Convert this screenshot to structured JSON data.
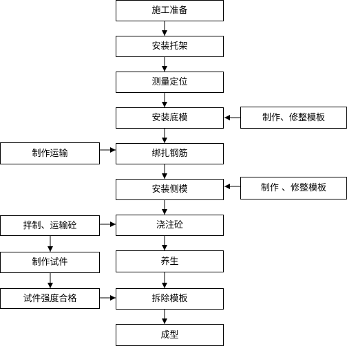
{
  "flowchart": {
    "main_steps": [
      "施工准备",
      "安装托架",
      "测量定位",
      "安装底模",
      "绑扎钢筋",
      "安装侧模",
      "浇注砼",
      "养生",
      "拆除模板",
      "成型"
    ],
    "side_steps": {
      "bottom_formwork": "制作、修整模板",
      "rebar_transport": "制作运输",
      "side_formwork": "制作 、修整模板",
      "concrete_mixing": "拌制、运输砼",
      "specimen_making": "制作试件",
      "specimen_strength": "试件强度合格"
    }
  }
}
